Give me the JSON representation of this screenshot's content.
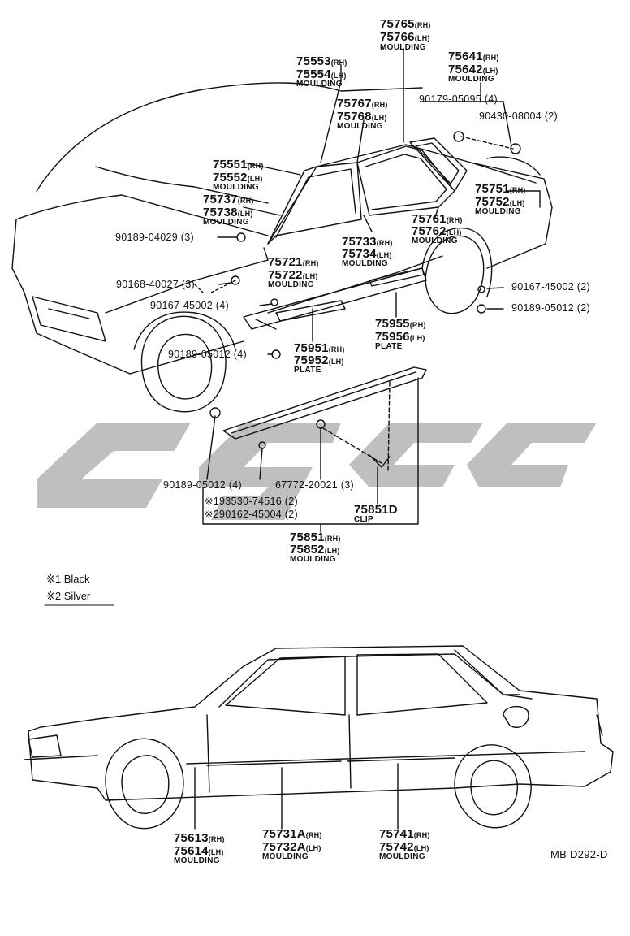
{
  "legend": {
    "black_mark": "※1",
    "black_label": "Black",
    "silver_mark": "※2",
    "silver_label": "Silver"
  },
  "reference": "MB D292-D",
  "watermark_text": "cgc",
  "colors": {
    "ink": "#111111",
    "watermark": "#b4b4b4"
  },
  "parts": {
    "p75765": "75765",
    "p75766": "75766",
    "p75641": "75641",
    "p75642": "75642",
    "p75553": "75553",
    "p75554": "75554",
    "p75767": "75767",
    "p75768": "75768",
    "p90179": "90179-05095",
    "p90179q": "(4)",
    "p90430": "90430-08004",
    "p90430q": "(2)",
    "p75551": "75551",
    "p75552": "75552",
    "p75737": "75737",
    "p75738": "75738",
    "p75751": "75751",
    "p75752": "75752",
    "p75761": "75761",
    "p75762": "75762",
    "p90189a": "90189-04029",
    "p90189aq": "(3)",
    "p75733": "75733",
    "p75734": "75734",
    "p75721": "75721",
    "p75722": "75722",
    "p90168": "90168-40027",
    "p90168q": "(3)",
    "p90167a": "90167-45002",
    "p90167aq": "(2)",
    "p90167b": "90167-45002",
    "p90167bq": "(4)",
    "p90189b": "90189-05012",
    "p90189bq": "(2)",
    "p75955": "75955",
    "p75956": "75956",
    "p75951": "75951",
    "p75952": "75952",
    "p90189c": "90189-05012",
    "p90189cq": "(4)",
    "p90189d": "90189-05012",
    "p90189dq": "(4)",
    "p67772": "67772-20021",
    "p67772q": "(3)",
    "p193530": "※193530-74516",
    "p193530q": "(2)",
    "p290162": "※290162-45004",
    "p290162q": "(2)",
    "p75851d": "75851D",
    "p75851": "75851",
    "p75852": "75852",
    "p75613": "75613",
    "p75614": "75614",
    "p75731a": "75731A",
    "p75732a": "75732A",
    "p75741": "75741",
    "p75742": "75742"
  },
  "tags": {
    "rh": "(RH)",
    "lh": "(LH)"
  },
  "captions": {
    "moulding": "MOULDING",
    "plate": "PLATE",
    "clip": "CLIP"
  }
}
